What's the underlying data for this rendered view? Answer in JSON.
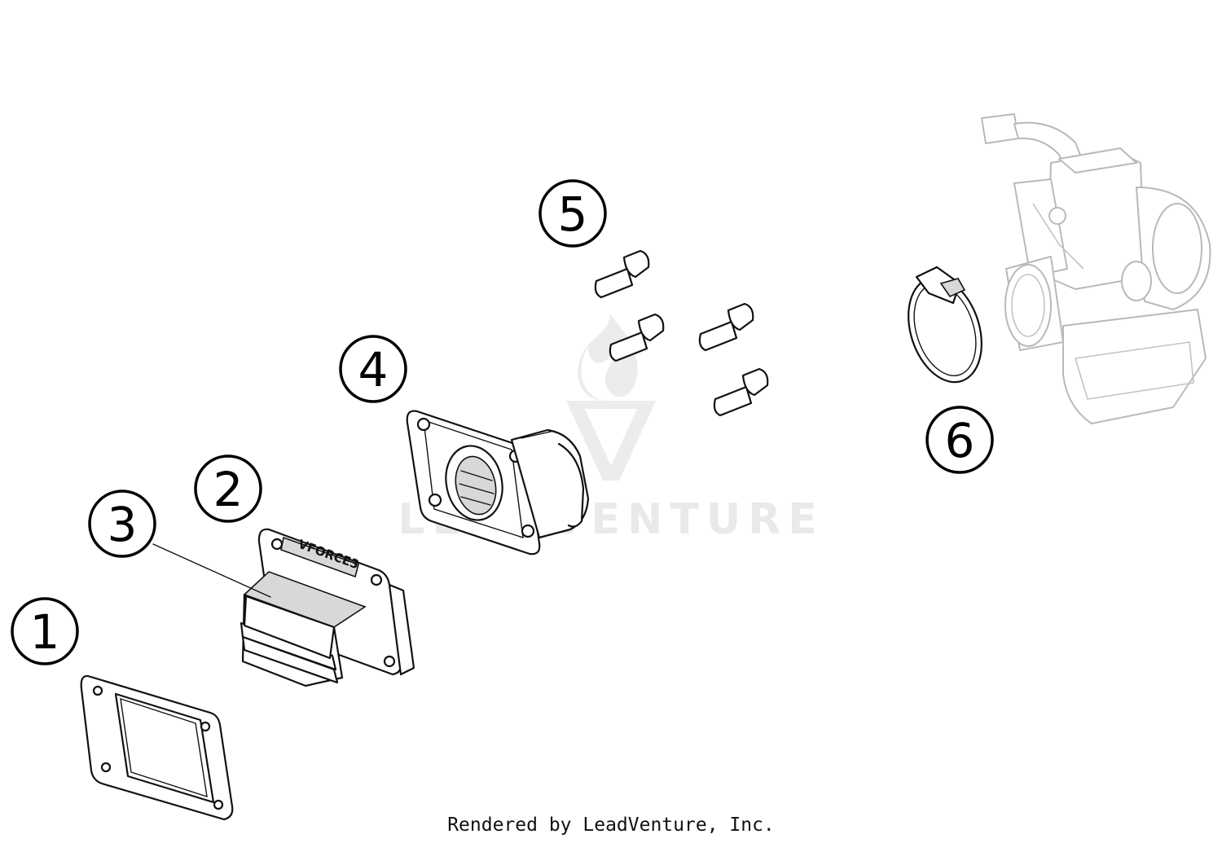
{
  "watermark": {
    "brand": "LEADVENTURE"
  },
  "callouts": [
    "1",
    "2",
    "3",
    "4",
    "5",
    "6"
  ],
  "reed_block_marking": "VFORCE3",
  "footer": "Rendered by LeadVenture, Inc."
}
